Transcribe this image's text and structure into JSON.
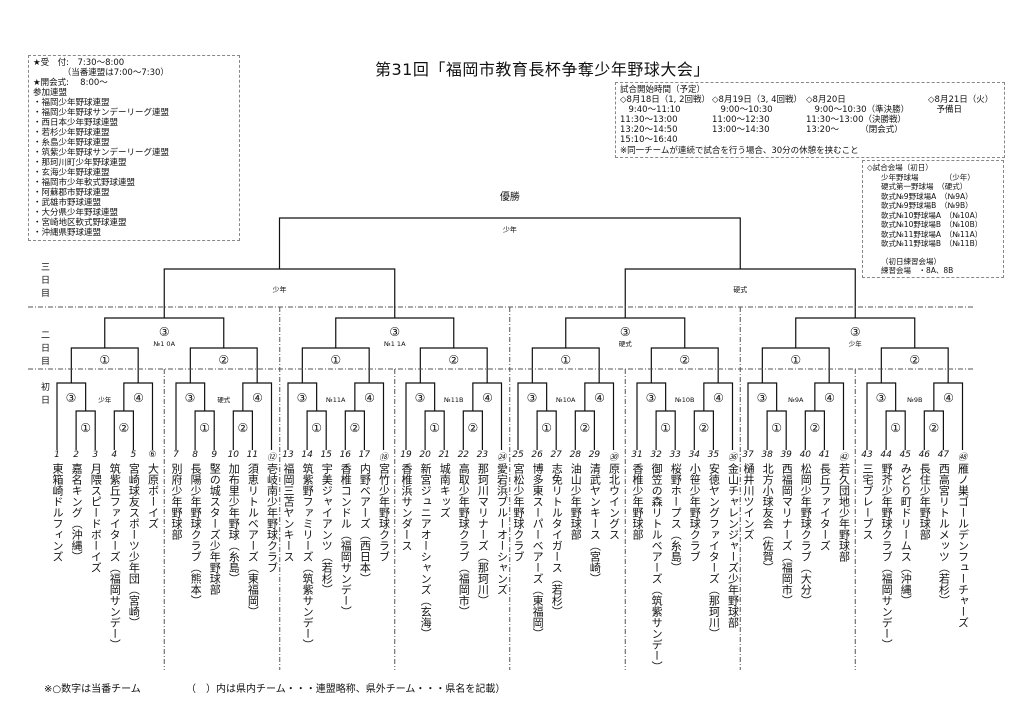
{
  "title": "第31回「福岡市教育長杯争奪少年野球大会」",
  "info_box": {
    "lines": [
      "★受　付:　7:30〜8:00",
      "　　　　（当番連盟は7:00〜7:30）",
      "★開会式:　 8:00〜",
      "参加連盟",
      "・福岡少年野球連盟",
      "・福岡少年野球サンデーリーグ連盟",
      "・西日本少年野球連盟",
      "・若杉少年野球連盟",
      "・糸島少年野球連盟",
      "・筑紫少年野球サンデーリーグ連盟",
      "・那珂川町少年野球連盟",
      "・玄海少年野球連盟",
      "・福岡市少年軟式野球連盟",
      "・阿蘇郡市野球連盟",
      "・武雄市野球連盟",
      "・大分県少年野球連盟",
      "・宮崎地区軟式野球連盟",
      "・沖縄県野球連盟"
    ]
  },
  "schedule": {
    "header": "試合開始時間（予定）",
    "columns": [
      {
        "date": "◇8月18日（1, 2回戦）",
        "times": [
          "　9:40〜11:10",
          "11:30〜13:00",
          "13:20〜14:50",
          "15:10〜16:40"
        ]
      },
      {
        "date": "◇8月19日（3, 4回戦）",
        "times": [
          "　9:00〜10:30",
          "11:00〜12:30",
          "13:00〜14:30"
        ]
      },
      {
        "date": "◇8月20日",
        "times": [
          "　9:00〜10:30（準決勝）",
          "11:30〜13:00（決勝戦）",
          "13:20〜　　　（閉会式）"
        ]
      },
      {
        "date": "◇8月21日（火）",
        "times": [
          "　予備日"
        ]
      }
    ],
    "note": "※同一チームが連続で試合を行う場合、30分の休憩を挟むこと"
  },
  "venues": {
    "header": "◇試合会場（初日）",
    "items": [
      "少年野球場　　　　（少年）",
      "硬式第一野球場　（硬式）",
      "軟式№9野球場A　（№9A）",
      "軟式№9野球場B　（№9B）",
      "軟式№10野球場A　（№10A）",
      "軟式№10野球場B　（№10B）",
      "軟式№11野球場A　（№11A）",
      "軟式№11野球場B　（№11B）"
    ],
    "practice_header": "（初日練習会場）",
    "practice": "練習会場　・8A、8B"
  },
  "day_labels": {
    "day3": "三日目",
    "day2": "二日目",
    "day1": "初日"
  },
  "final": {
    "label": "優勝",
    "venue": "少年"
  },
  "day3": [
    {
      "venue": "少年"
    },
    {
      "venue": "硬式"
    }
  ],
  "day2": [
    {
      "game": "③",
      "venue": "№1 0A"
    },
    {
      "game": "③",
      "venue": "№1 1A"
    },
    {
      "game": "③",
      "venue": "硬式"
    },
    {
      "game": "③",
      "venue": "少年"
    }
  ],
  "game_marks": {
    "g1": "①",
    "g2": "②",
    "g3": "③",
    "g4": "④"
  },
  "blocks": [
    {
      "venue": "少年",
      "teams": [
        {
          "no": "1",
          "name": "東箱崎ドルフィンズ"
        },
        {
          "no": "2",
          "name": "嘉名キング（沖縄）"
        },
        {
          "no": "3",
          "name": "月隈スピードボーイズ"
        },
        {
          "no": "4",
          "name": "筑紫丘ファイターズ（福岡サンデー）"
        },
        {
          "no": "5",
          "name": "宮崎球友スポーツ少年団（宮崎）"
        },
        {
          "no": "⑥",
          "name": "大原ボーイズ"
        }
      ]
    },
    {
      "venue": "硬式",
      "teams": [
        {
          "no": "7",
          "name": "別府少年野球部"
        },
        {
          "no": "8",
          "name": "長陽少年野球クラブ（熊本）"
        },
        {
          "no": "9",
          "name": "堅の城スターズ少年野球部"
        },
        {
          "no": "10",
          "name": "加布里少年野球（糸島）"
        },
        {
          "no": "11",
          "name": "須恵リトルベアーズ（東福岡）"
        },
        {
          "no": "⑫",
          "name": "壱岐南少年野球クラブ"
        }
      ]
    },
    {
      "venue": "№11A",
      "teams": [
        {
          "no": "13",
          "name": "福岡三苫ヤンキース"
        },
        {
          "no": "14",
          "name": "筑紫野ファミリーズ（筑紫サンデー）"
        },
        {
          "no": "15",
          "name": "宇美ジャイアンツ（若杉）"
        },
        {
          "no": "16",
          "name": "香椎コンドル（福岡サンデー）"
        },
        {
          "no": "17",
          "name": "内野ベアーズ（西日本）"
        },
        {
          "no": "⑱",
          "name": "宮竹少年野球クラブ"
        }
      ]
    },
    {
      "venue": "№11B",
      "teams": [
        {
          "no": "19",
          "name": "香椎浜サンダース"
        },
        {
          "no": "20",
          "name": "新宮ジュニアオーシャンズ（玄海）"
        },
        {
          "no": "21",
          "name": "城南キッズ"
        },
        {
          "no": "22",
          "name": "高取少年野球クラブ（福岡市）"
        },
        {
          "no": "23",
          "name": "那珂川マリナーズ（那珂川）"
        },
        {
          "no": "㉔",
          "name": "愛宕浜ブルーオーシャンズ"
        }
      ]
    },
    {
      "venue": "№10A",
      "teams": [
        {
          "no": "25",
          "name": "宮松少年野球クラブ"
        },
        {
          "no": "26",
          "name": "博多東スーパーベアーズ（東福岡）"
        },
        {
          "no": "27",
          "name": "志免リトルタイガース（若杉）"
        },
        {
          "no": "28",
          "name": "油山少年野球部"
        },
        {
          "no": "29",
          "name": "清武ヤンキース（宮崎）"
        },
        {
          "no": "㉚",
          "name": "原北ウイングス"
        }
      ]
    },
    {
      "venue": "№10B",
      "teams": [
        {
          "no": "31",
          "name": "香椎少年野球部"
        },
        {
          "no": "32",
          "name": "御笠の森リトルベアーズ（筑紫サンデー）"
        },
        {
          "no": "33",
          "name": "桜野ホープス（糸島）"
        },
        {
          "no": "34",
          "name": "小笹少年野球クラブ"
        },
        {
          "no": "35",
          "name": "安徳ヤングファイターズ（那珂川）"
        },
        {
          "no": "㊱",
          "name": "金山チャレンジャーズ少年野球部"
        }
      ]
    },
    {
      "venue": "№9A",
      "teams": [
        {
          "no": "37",
          "name": "樋井川ツインズ"
        },
        {
          "no": "38",
          "name": "北方小球友会（佐賀）"
        },
        {
          "no": "39",
          "name": "西福岡マリナーズ（福岡市）"
        },
        {
          "no": "40",
          "name": "松岡少年野球クラブ（大分）"
        },
        {
          "no": "41",
          "name": "長丘ファイターズ"
        },
        {
          "no": "㊷",
          "name": "若久団地少年野球部"
        }
      ]
    },
    {
      "venue": "№9B",
      "teams": [
        {
          "no": "43",
          "name": "三宅ブレーブス"
        },
        {
          "no": "44",
          "name": "野芥少年野球クラブ（福岡サンデー）"
        },
        {
          "no": "45",
          "name": "みどり町ドリームス（沖縄）"
        },
        {
          "no": "46",
          "name": "長住少年野球部"
        },
        {
          "no": "47",
          "name": "西高宮リトルメッツ（若杉）"
        },
        {
          "no": "㊽",
          "name": "雁ノ巣ゴールデンフューチャーズ"
        }
      ]
    }
  ],
  "footnotes": [
    "※○数字は当番チーム",
    "（　）内は県内チーム・・・連盟略称、県外チーム・・・県名を記載）"
  ]
}
